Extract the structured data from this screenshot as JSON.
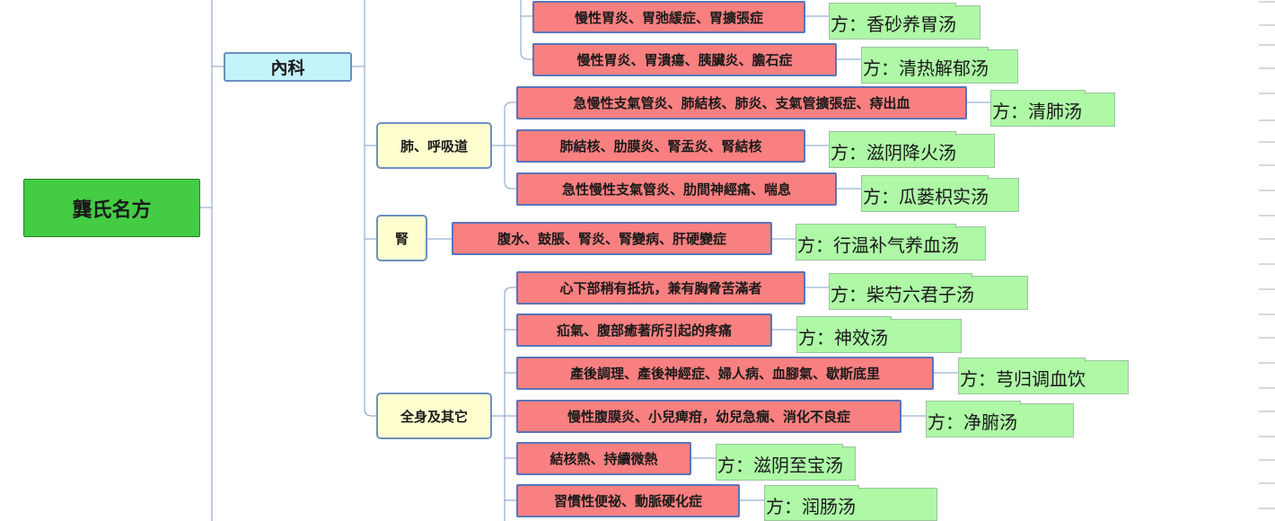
{
  "root": {
    "label": "龔氏名方"
  },
  "branch": {
    "label": "內科"
  },
  "categories": {
    "lung": "肺、呼吸道",
    "kidney": "腎",
    "body": "全身及其它"
  },
  "diseases": {
    "d1": "慢性胃炎、胃弛緩症、胃擴張症",
    "d2": "慢性胃炎、胃潰瘍、胰臟炎、膽石症",
    "d3": "急慢性支氣管炎、肺結核、肺炎、支氣管擴張症、痔出血",
    "d4": "肺結核、肋膜炎、腎盂炎、腎結核",
    "d5": "急性慢性支氣管炎、肋間神經痛、喘息",
    "d6": "腹水、鼓脹、腎炎、腎變病、肝硬變症",
    "d7": "心下部稍有抵抗，兼有胸脅苦滿者",
    "d8": "疝氣、腹部癒著所引起的疼痛",
    "d9": "產後調理、產後神經症、婦人病、血腳氣、歇斯底里",
    "d10": "慢性腹膜炎、小兒痺疳，幼兒急癇、消化不良症",
    "d11": "結核熱、持續微熱",
    "d12": "習慣性便祕、動脈硬化症"
  },
  "prescriptions": {
    "r1": "方：香砂养胃汤",
    "r2": "方：清热解郁汤",
    "r3": "方：清肺汤",
    "r4": "方：滋阴降火汤",
    "r5": "方：瓜蒌枳实汤",
    "r6": "方：行温补气养血汤",
    "r7": "方：柴芍六君子汤",
    "r8": "方：神效汤",
    "r9": "方：芎归调血饮",
    "r10": "方：净腑汤",
    "r11": "方：滋阴至宝汤",
    "r12": "方：润肠汤"
  },
  "colors": {
    "root": "#44cc44",
    "branch": "#c4f3fb",
    "category": "#ffffd0",
    "disease": "#f98080",
    "prescription": "#aef8a6",
    "connector": "#7f9cc8"
  }
}
